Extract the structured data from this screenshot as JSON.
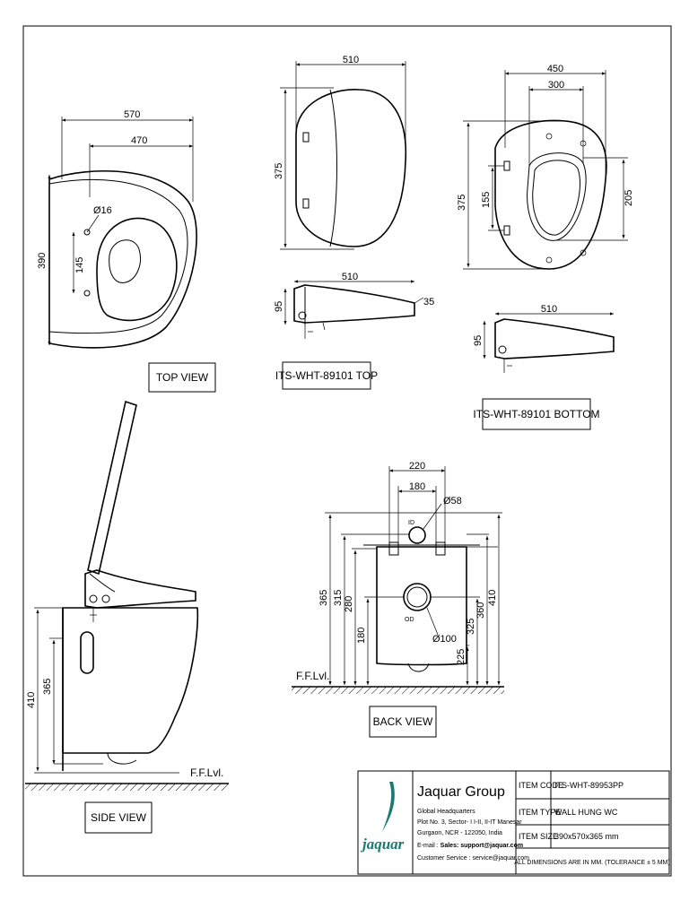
{
  "views": {
    "top_view": {
      "label": "TOP VIEW",
      "dims": {
        "width_outer": "570",
        "width_inner": "470",
        "depth": "390",
        "hole_spacing": "145",
        "hole_dia": "Ø16"
      }
    },
    "seat_top": {
      "label": "ITS-WHT-89101 TOP",
      "dims": {
        "width": "510",
        "depth": "375",
        "side_width": "510",
        "side_height": "95",
        "side_thickness": "35"
      }
    },
    "seat_bottom": {
      "label": "ITS-WHT-89101 BOTTOM",
      "dims": {
        "outer_width": "450",
        "inner_width": "300",
        "depth": "375",
        "bracket": "155",
        "opening": "205",
        "side_width": "510",
        "side_height": "95"
      }
    },
    "side_view": {
      "label": "SIDE VIEW",
      "floor_label": "F.F.Lvl.",
      "dims": {
        "height_total": "410",
        "height_rim": "365"
      }
    },
    "back_view": {
      "label": "BACK VIEW",
      "floor_label": "F.F.Lvl.",
      "id_label": "ID",
      "od_label": "OD",
      "dims": {
        "bolt_outer": "220",
        "bolt_inner": "180",
        "inlet_dia": "Ø58",
        "outlet_dia": "Ø100",
        "h365": "365",
        "h315": "315",
        "h280": "280",
        "h180": "180",
        "h225": "225",
        "h325": "325",
        "h360": "360",
        "h410": "410"
      }
    }
  },
  "title_block": {
    "company": "Jaquar Group",
    "logo_text": "jaquar",
    "address_lines": [
      "Global Headquarters",
      "Plot No. 3, Sector- I I-II, II-IT Manesar",
      "Gurgaon, NCR - 122050, India"
    ],
    "sales_prefix": "E-mail : ",
    "sales": "Sales: support@jaquar.com",
    "service": "Customer Service : service@jaquar.com",
    "item_code_label": "ITEM CODE",
    "item_code": "ITS-WHT-89953PP",
    "item_type_label": "ITEM TYPE",
    "item_type": "WALL HUNG WC",
    "item_size_label": "ITEM SIZE",
    "item_size": "390x570x365 mm",
    "note": "ALL DIMENSIONS ARE IN MM. (TOLERANCE ± 5 MM)"
  },
  "colors": {
    "ink": "#000000",
    "logo": "#1a7a70"
  }
}
